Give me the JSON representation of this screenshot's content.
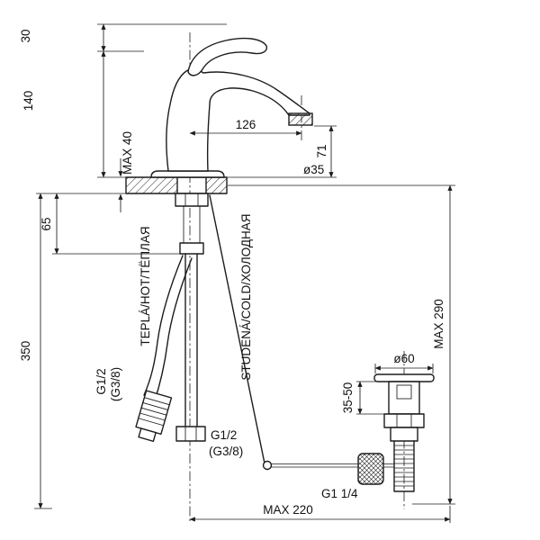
{
  "page": {
    "background": "#ffffff",
    "ink": "#1c1c1c"
  },
  "diagram": {
    "type": "technical-installation-drawing",
    "subject": "single-lever basin mixer with pop-up waste",
    "dimensions": {
      "handle_travel": "30",
      "body_height": "140",
      "deck_thickness_max": "MAX 40",
      "spout_reach": "126",
      "spout_outlet_height": "71",
      "mount_hole_diameter": "ø35",
      "shank_below_deck": "65",
      "supply_length": "350",
      "max_drop_right": "MAX 290",
      "waste_flange_diameter": "ø60",
      "waste_clamp_range": "35-50",
      "max_horizontal_offset": "MAX 220"
    },
    "labels": {
      "hot_supply": "TEPLÁ/HOT/ТЁПЛАЯ",
      "cold_supply": "STUDENÁ/COLD/ХОЛОДНАЯ",
      "hose_thread": {
        "line1": "G1/2",
        "line2": "(G3/8)"
      },
      "pipe_thread": {
        "line1": "G1/2",
        "line2": "(G3/8)"
      },
      "waste_thread": "G1 1/4"
    }
  }
}
